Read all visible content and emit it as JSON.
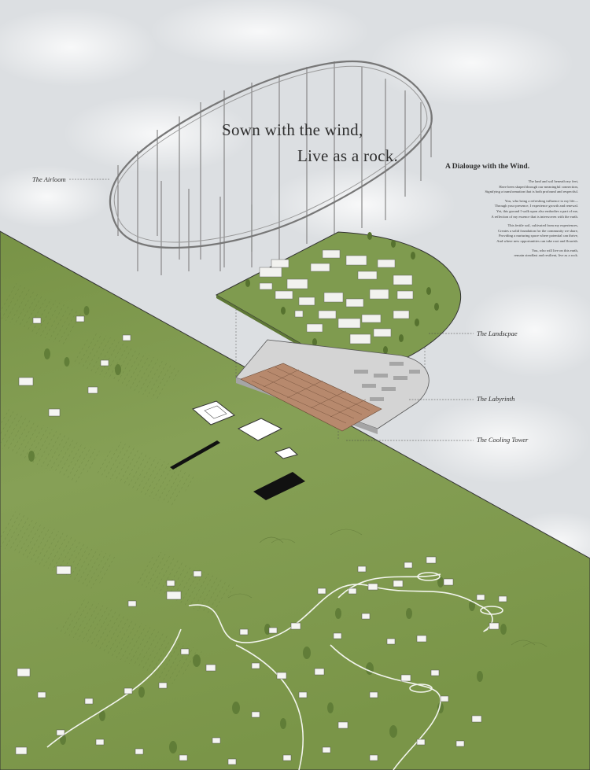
{
  "poster": {
    "title_line1": "Sown with the wind,",
    "title_line2": "Live as a rock.",
    "heading": "A Dialouge with the Wind.",
    "stanzas": [
      [
        "The land and soil beneath my feet,",
        "Have been shaped through our meaningful connection,",
        "Signifying a transformation that is both profound and respectful."
      ],
      [
        "You, who bring a refreshing influence to my life—",
        "Through your presence, I experience growth and renewal.",
        "Yet, this ground I walk upon also embodies a part of me,",
        "A reflection of my essence that is interwoven with the earth."
      ],
      [
        "This fertile soil, cultivated from my experiences,",
        "Creates a solid foundation for the community we share,",
        "Providing a nurturing space where potential can thrive,",
        "And where new opportunities can take root and flourish."
      ],
      [
        "You, who will live on this earth,",
        "remain steadfast and resilient, live as a rock."
      ]
    ],
    "labels": {
      "airloom": "The Airloom",
      "landscape": "The Landscpae",
      "labyrinth": "The Labyrinth",
      "cooling_tower": "The Cooling Tower"
    }
  },
  "colors": {
    "sky": "#dfe1e3",
    "grass": "#7d9a4c",
    "grass_dark": "#6b8640",
    "labyrinth": "#b48a6e",
    "concrete": "#cfcfcf"
  }
}
